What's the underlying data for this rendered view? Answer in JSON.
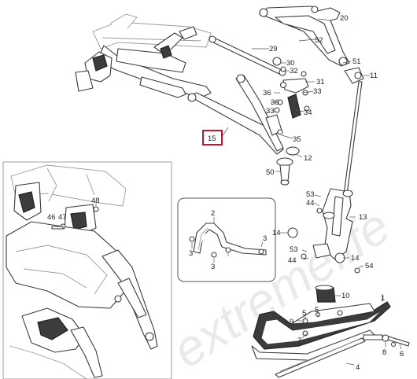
{
  "watermark": "extremelife",
  "highlight_color": "#c8102e",
  "highlighted_part": "15",
  "callouts": {
    "c20": "20",
    "c29": "29",
    "c52": "52",
    "c30": "30",
    "c51": "51",
    "c32": "32",
    "c11": "11",
    "c31": "31",
    "c36a": "36",
    "c33a": "33",
    "c36b": "36",
    "c33b": "33",
    "c34": "34",
    "c15": "15",
    "c35": "35",
    "c12": "12",
    "c50": "50",
    "c53a": "53",
    "c44a": "44",
    "c13": "13",
    "c14a": "14",
    "c14b": "14",
    "c53b": "53",
    "c44b": "44",
    "c54": "54",
    "c10": "10",
    "c1": "1",
    "c5a": "5",
    "c5b": "5",
    "c9": "9",
    "c7": "7",
    "c8": "8",
    "c6": "6",
    "c4": "4",
    "c2": "2",
    "c3a": "3",
    "c3b": "3",
    "c3c": "3",
    "c48": "48",
    "c46": "46",
    "c47": "47"
  }
}
